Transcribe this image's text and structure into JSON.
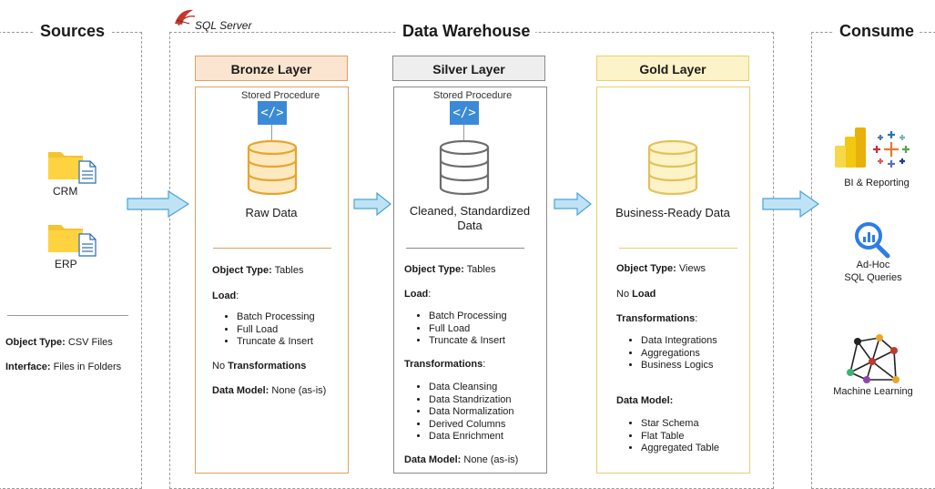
{
  "sources": {
    "title": "Sources",
    "crm_label": "CRM",
    "erp_label": "ERP",
    "object_type_key": "Object Type:",
    "object_type_value": " CSV Files",
    "interface_key": "Interface:",
    "interface_value": " Files in Folders"
  },
  "warehouse": {
    "title": "Data Warehouse",
    "engine_label": "SQL Server"
  },
  "consume": {
    "title": "Consume",
    "bi_label": "BI & Reporting",
    "adhoc_label_1": "Ad-Hoc",
    "adhoc_label_2": "SQL Queries",
    "ml_label": "Machine Learning"
  },
  "bronze": {
    "header": "Bronze Layer",
    "stored_procedure": "Stored Procedure",
    "data_label": "Raw Data",
    "object_type_key": "Object Type:",
    "object_type_value": " Tables",
    "load_key": "Load",
    "load_items": [
      "Batch Processing",
      "Full Load",
      "Truncate & Insert"
    ],
    "transform_prefix": "No ",
    "transform_key": "Transformations",
    "data_model_key": "Data Model:",
    "data_model_value": " None (as-is)"
  },
  "silver": {
    "header": "Silver Layer",
    "stored_procedure": "Stored Procedure",
    "data_label_1": "Cleaned, Standardized",
    "data_label_2": "Data",
    "object_type_key": "Object Type:",
    "object_type_value": " Tables",
    "load_key": "Load",
    "load_items": [
      "Batch Processing",
      "Full Load",
      "Truncate & Insert"
    ],
    "transform_key": "Transformations",
    "transform_items": [
      "Data Cleansing",
      "Data Standrization",
      "Data Normalization",
      "Derived Columns",
      "Data Enrichment"
    ],
    "data_model_key": "Data Model:",
    "data_model_value": " None (as-is)"
  },
  "gold": {
    "header": "Gold Layer",
    "data_label": "Business-Ready Data",
    "object_type_key": "Object Type:",
    "object_type_value": " Views",
    "load_prefix": "No ",
    "load_key": "Load",
    "transform_key": "Transformations",
    "transform_items": [
      "Data Integrations",
      "Aggregations",
      "Business Logics"
    ],
    "data_model_key": "Data Model:",
    "data_model_items": [
      "Star Schema",
      "Flat Table",
      "Aggregated Table"
    ]
  },
  "colors": {
    "bronze_border": "#e0a060",
    "bronze_fill": "#fbe5d0",
    "silver_border": "#8a8a8a",
    "silver_fill": "#eeeeee",
    "gold_border": "#e8cf6a",
    "gold_fill": "#fdf3c8",
    "arrow_fill": "#bfe3f5",
    "arrow_stroke": "#4aa3d8",
    "procedure_blue": "#3a8ad8"
  }
}
